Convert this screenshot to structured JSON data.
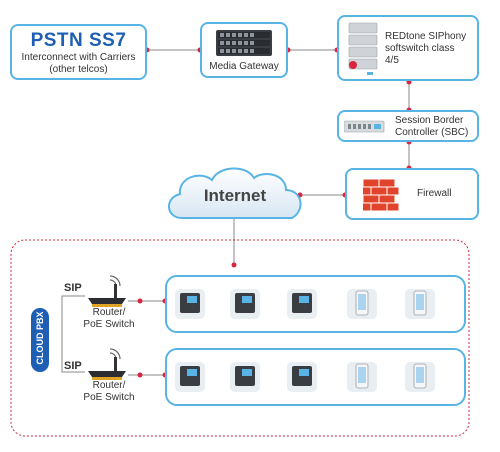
{
  "pstn": {
    "title": "PSTN SS7",
    "subtitle_line1": "Interconnect with Carriers",
    "subtitle_line2": "(other telcos)"
  },
  "gateway": {
    "label": "Media Gateway"
  },
  "softswitch": {
    "line1": "REDtone SIPhony",
    "line2": "softswitch class",
    "line3": "4/5"
  },
  "sbc": {
    "line1": "Session Border",
    "line2": "Controller (SBC)"
  },
  "internet": {
    "label": "Internet"
  },
  "firewall": {
    "label": "Firewall"
  },
  "pbx": {
    "label": "CLOUD PBX"
  },
  "branches": [
    {
      "sip": "SIP",
      "router_line1": "Router/",
      "router_line2": "PoE Switch",
      "devices": [
        "desk-phone-icon",
        "desk-phone-icon",
        "desk-phone-icon",
        "mobile-phone-icon",
        "mobile-phone-icon"
      ]
    },
    {
      "sip": "SIP",
      "router_line1": "Router/",
      "router_line2": "PoE Switch",
      "devices": [
        "desk-phone-icon",
        "desk-phone-icon",
        "desk-phone-icon",
        "mobile-phone-icon",
        "mobile-phone-icon"
      ]
    }
  ],
  "colors": {
    "box_border": "#58b4e4",
    "dot": "#d7263d",
    "pbx_badge": "#1f5fb3",
    "dashed": "#d7263d"
  }
}
